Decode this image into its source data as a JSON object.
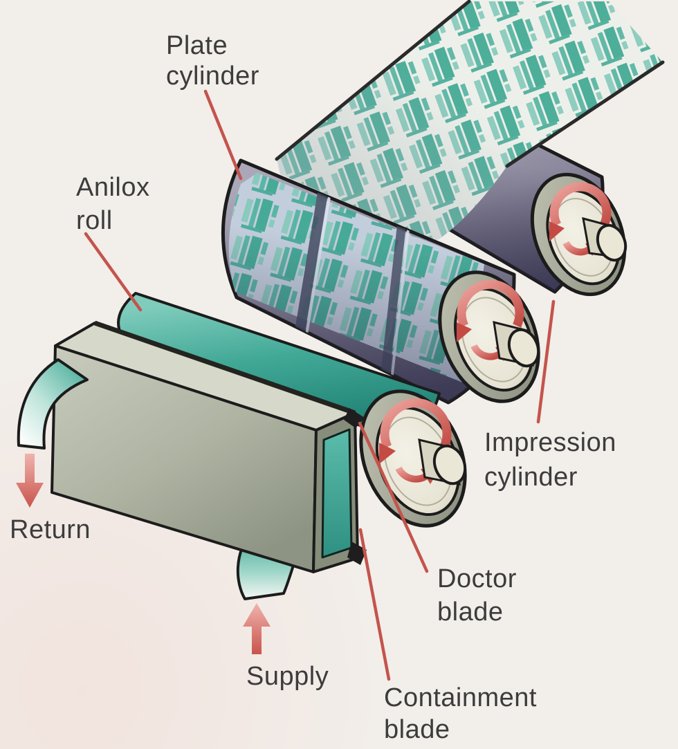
{
  "labels": {
    "plate_cylinder": {
      "line1": "Plate",
      "line2": "cylinder"
    },
    "anilox_roll": {
      "line1": "Anilox",
      "line2": "roll"
    },
    "impression_cylinder": {
      "line1": "Impression",
      "line2": "cylinder"
    },
    "doctor_blade": {
      "line1": "Doctor",
      "line2": "blade"
    },
    "containment_blade": {
      "line1": "Containment",
      "line2": "blade"
    },
    "return_flow": {
      "text": "Return"
    },
    "supply_flow": {
      "text": "Supply"
    }
  },
  "icons": {
    "rotation_arrow_impression": "circular-rotation-arrow",
    "rotation_arrow_plate": "circular-rotation-arrow",
    "rotation_arrow_anilox": "circular-rotation-arrow",
    "return_flow_arrow": "down-arrow",
    "supply_flow_arrow": "up-arrow"
  },
  "colors": {
    "background": "#f2eeea",
    "text": "#3c3c3c",
    "accent_red": "#c4544c",
    "outline": "#1c1c1c",
    "cylinder_purple": "#8b879c",
    "cylinder_purple_dark": "#4f4c66",
    "anilox_teal": "#41a896",
    "print_teal": "#3fa893",
    "plate_blue_gray": "#c3cedd",
    "chamber_gray": "#b5b9ac",
    "end_face_cream": "#ece9db",
    "web_white": "#edf0ea"
  }
}
